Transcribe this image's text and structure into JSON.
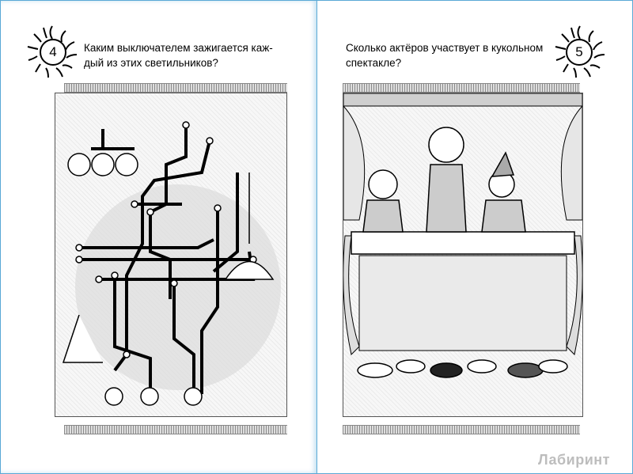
{
  "left_page": {
    "number": "4",
    "question_line1": "Каким  выключателем  зажигается  каж-",
    "question_line2": "дый из этих светильников?"
  },
  "right_page": {
    "number": "5",
    "question_line1": "Сколько актёров участвует в кукольном",
    "question_line2": "спектакле?"
  },
  "watermark": "Лабиринт"
}
